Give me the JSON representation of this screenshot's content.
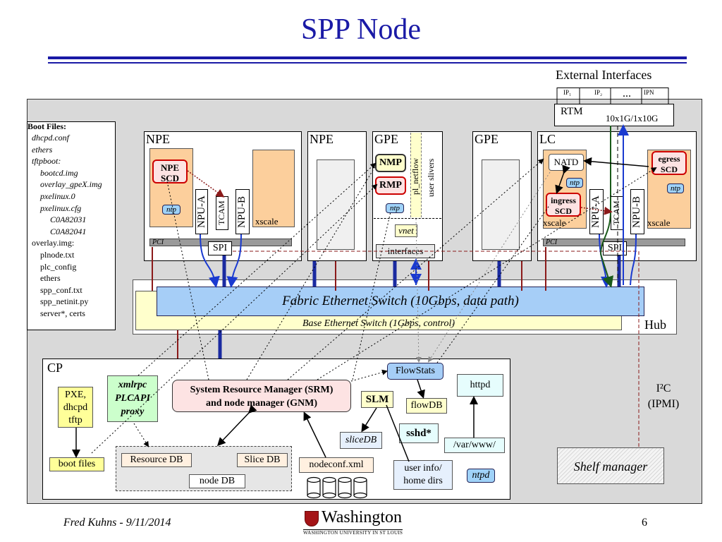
{
  "title": "SPP Node",
  "external_interfaces": {
    "label": "External Interfaces",
    "ports": [
      "IP₁",
      "IP₂",
      "...",
      "IPN"
    ],
    "rtm_label": "RTM",
    "rtm_links": "10x1G/1x10G"
  },
  "boot_files": {
    "header": "Boot Files:",
    "lines": [
      "dhcpd.conf",
      "ethers",
      "tftpboot:",
      "bootcd.img",
      "overlay_gpeX.img",
      "pxelinux.0",
      "pxelinux.cfg",
      "C0A82031",
      "C0A82041",
      "overlay.img:",
      "plnode.txt",
      "plc_config",
      "ethers",
      "spp_conf.txt",
      "spp_netinit.py",
      "server*, certs"
    ]
  },
  "npe1": {
    "label": "NPE",
    "scd": "NPE SCD",
    "ntp": "ntp",
    "npu_a": "NPU-A",
    "tcam": "TCAM",
    "npu_b": "NPU-B",
    "xscale": "xscale",
    "pci": "PCI",
    "spi": "SPI"
  },
  "npe2": {
    "label": "NPE"
  },
  "gpe1": {
    "label": "GPE",
    "nmp": "NMP",
    "rmp": "RMP",
    "ntp": "ntp",
    "pl_netflow": "pl_netflow",
    "user_slivers": "user slivers",
    "vnet": "vnet",
    "interfaces": "interfaces"
  },
  "gpe2": {
    "label": "GPE"
  },
  "lc": {
    "label": "LC",
    "natd": "NATD",
    "ntp1": "ntp",
    "ingress_scd": "ingress SCD",
    "egress_scd": "egress SCD",
    "ntp2": "ntp",
    "xscale1": "xscale",
    "npu_a": "NPU-A",
    "tcam": "TCAM",
    "npu_b": "NPU-B",
    "xscale2": "xscale",
    "pci": "PCI",
    "spi": "SPI"
  },
  "hub": {
    "label": "Hub",
    "fabric": "Fabric Ethernet Switch (10Gbps, data path)",
    "base": "Base Ethernet Switch (1Gbps, control)"
  },
  "i2c": {
    "line1": "I²C",
    "line2": "(IPMI)"
  },
  "shelf_manager": "Shelf manager",
  "cp": {
    "label": "CP",
    "pxe": [
      "PXE,",
      "dhcpd",
      "tftp"
    ],
    "xmlrpc": [
      "xmlrpc",
      "PLCAPI",
      "proxy"
    ],
    "srm": [
      "System Resource Manager (SRM)",
      "and node manager (GNM)"
    ],
    "flowstats": "FlowStats",
    "flowdb": "flowDB",
    "slm": "SLM",
    "httpd": "httpd",
    "sshd": "sshd*",
    "slicedb": "sliceDB",
    "var_www": "/var/www/",
    "boot_files": "boot files",
    "resource_db": "Resource DB",
    "slice_db": "Slice DB",
    "node_db": "node DB",
    "nodeconf": "nodeconf.xml",
    "userinfo": [
      "user info/",
      "home dirs"
    ],
    "ntpd": "ntpd"
  },
  "footer": {
    "author": "Fred Kuhns - 9/11/2014",
    "logo": "Washington",
    "logo_sub": "WASHINGTON UNIVERSITY IN ST LOUIS",
    "page": "6"
  },
  "colors": {
    "title": "#1a1aa6",
    "fabric": "#a6cef7",
    "base": "#ffffcc",
    "blue_link": "#1a2aa0",
    "red_link": "#8b1a1a",
    "green_link": "#1a5a1a"
  }
}
